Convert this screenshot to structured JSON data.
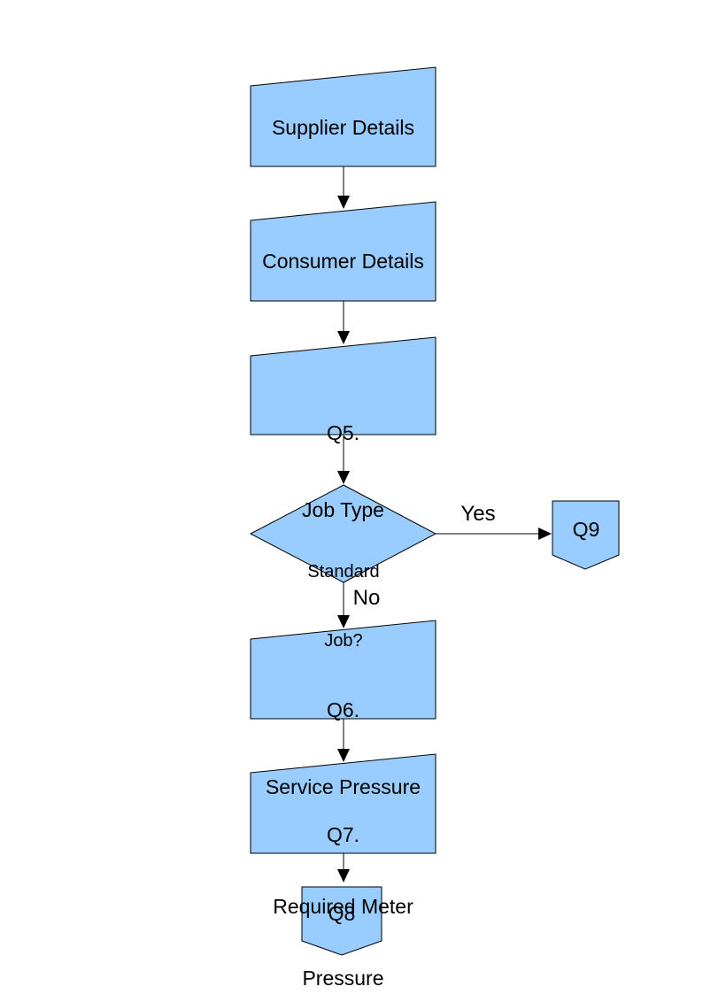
{
  "page": {
    "background_color": "#FFFFFF"
  },
  "diagram": {
    "node_fill": "#99CCFF",
    "line_color": "#000000",
    "nodes": {
      "supplier": {
        "label": "Supplier Details"
      },
      "consumer": {
        "label": "Consumer Details"
      },
      "q5": {
        "line1": "Q5.",
        "line2": "Job Type"
      },
      "decision": {
        "line1": "Standard",
        "line2": "Job?"
      },
      "q9": {
        "label": "Q9"
      },
      "q6": {
        "line1": "Q6.",
        "line2": "Service Pressure"
      },
      "q7": {
        "line1": "Q7.",
        "line2": "Required Meter",
        "line3": "Pressure"
      },
      "q8": {
        "label": "Q8"
      }
    },
    "edge_labels": {
      "yes": "Yes",
      "no": "No"
    }
  }
}
